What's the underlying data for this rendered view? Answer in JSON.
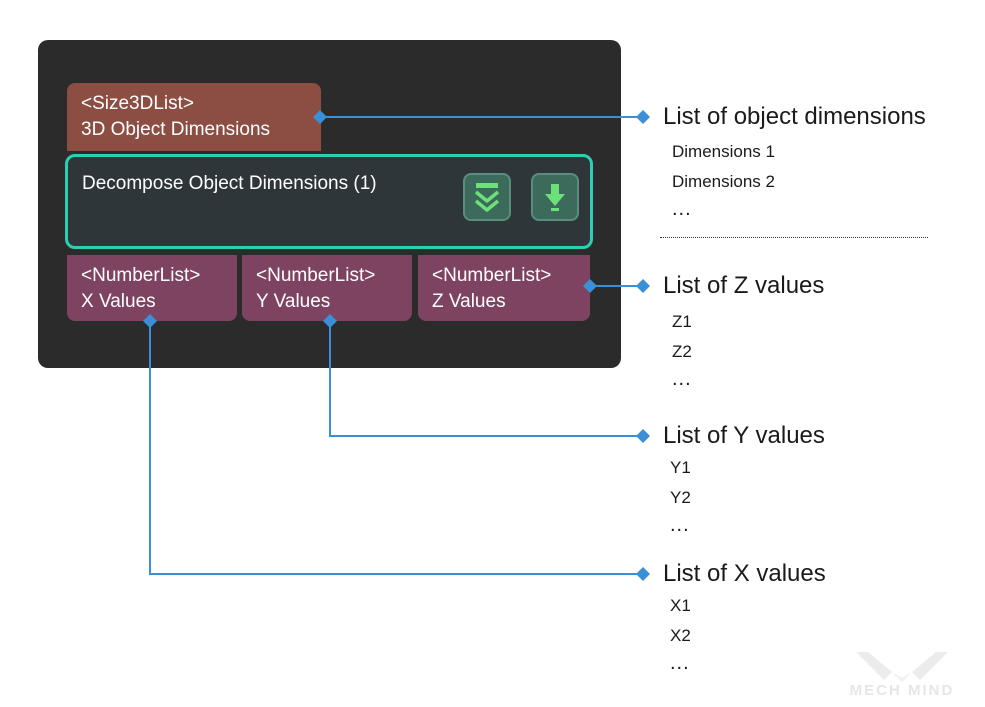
{
  "node": {
    "input_port": {
      "type": "<Size3DList>",
      "name": "3D Object Dimensions"
    },
    "step_title": "Decompose Object Dimensions (1)",
    "output_ports": [
      {
        "type": "<NumberList>",
        "name": "X Values"
      },
      {
        "type": "<NumberList>",
        "name": "Y Values"
      },
      {
        "type": "<NumberList>",
        "name": "Z Values"
      }
    ]
  },
  "annotations": {
    "dimensions": {
      "label": "List of object dimensions",
      "items": [
        "Dimensions 1",
        "Dimensions 2"
      ],
      "ellipsis": "..."
    },
    "z": {
      "label": "List of Z values",
      "items": [
        "Z1",
        "Z2"
      ],
      "ellipsis": "..."
    },
    "y": {
      "label": "List of Y values",
      "items": [
        "Y1",
        "Y2"
      ],
      "ellipsis": "..."
    },
    "x": {
      "label": "List of X values",
      "items": [
        "X1",
        "X2"
      ],
      "ellipsis": "..."
    }
  },
  "watermark": "MECH MIND",
  "colors": {
    "panel": "#2b2b2b",
    "input_port": "#8c4d42",
    "output_port": "#7e4360",
    "step_border": "#2bd0b4",
    "connector": "#3a8fd6"
  }
}
